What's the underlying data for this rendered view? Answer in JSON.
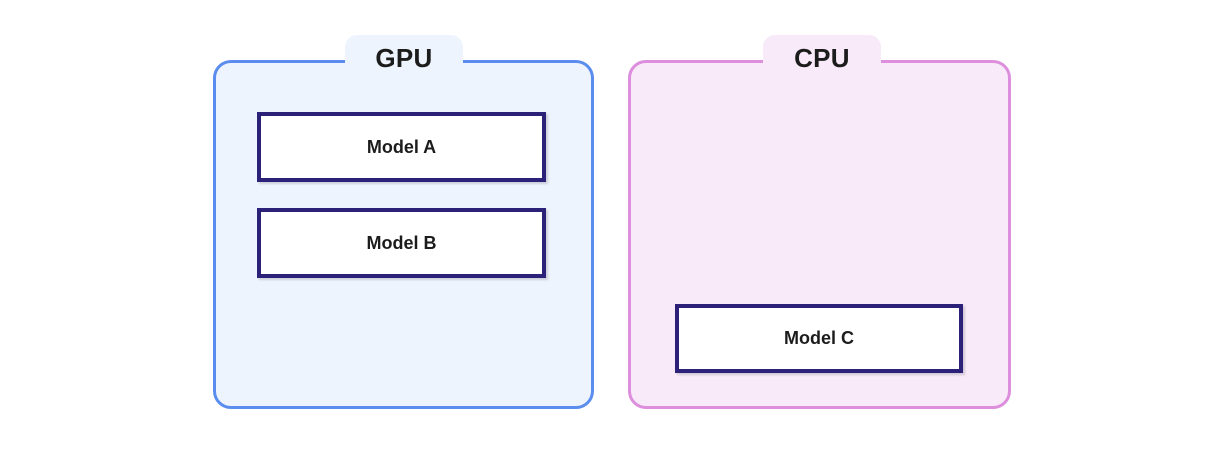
{
  "diagram": {
    "type": "deployment-placement-diagram",
    "groups": [
      {
        "id": "gpu",
        "label": "GPU",
        "border_color": "#5b8def",
        "fill_color": "#eef4fd",
        "models": [
          {
            "label": "Model A"
          },
          {
            "label": "Model B"
          }
        ]
      },
      {
        "id": "cpu",
        "label": "CPU",
        "border_color": "#dd8fdd",
        "fill_color": "#f8eaf8",
        "models": [
          {
            "label": "Model C"
          }
        ]
      }
    ],
    "node_style": {
      "border_color": "#2b2178",
      "fill_color": "#ffffff",
      "text_color": "#1c1c1c"
    },
    "background_color": "#ffffff"
  }
}
